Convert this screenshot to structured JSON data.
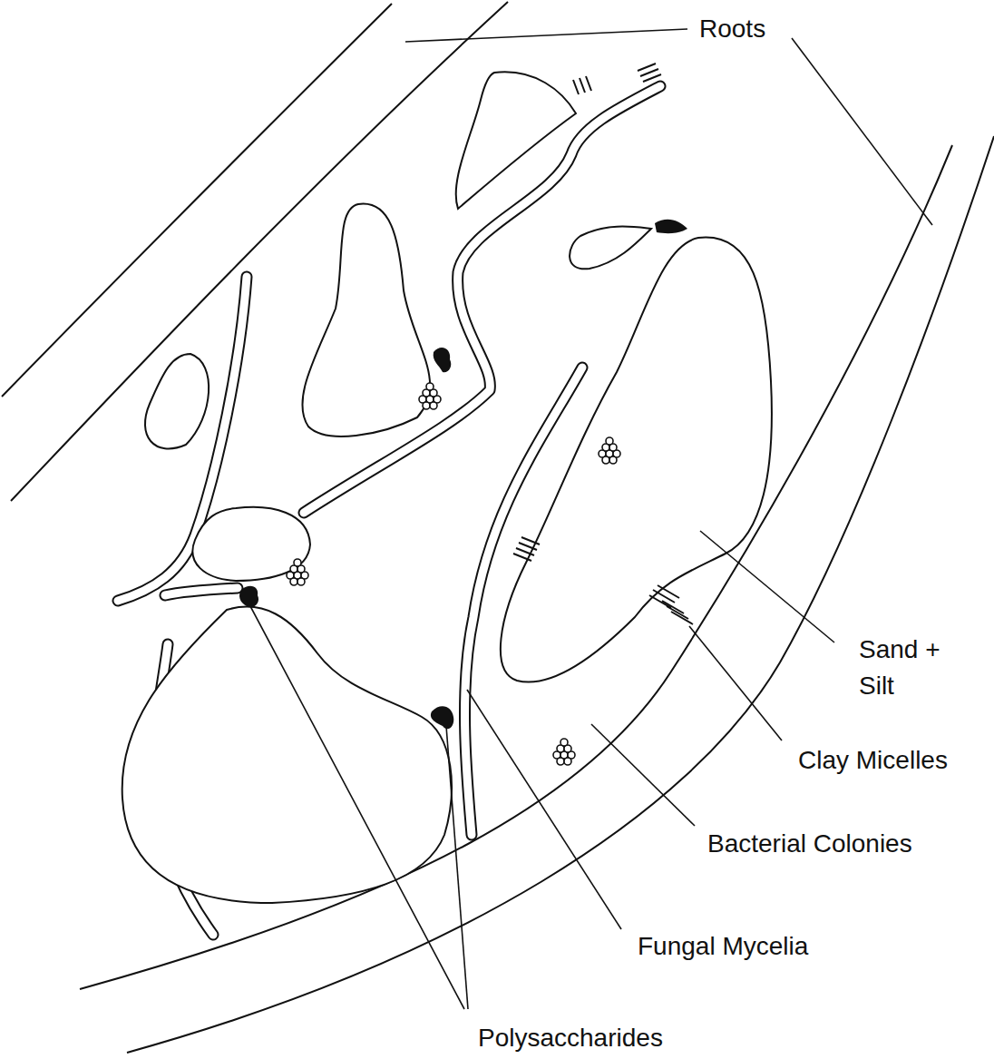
{
  "diagram": {
    "labels": [
      "Roots",
      "Sand + Silt",
      "Clay Micelles",
      "Bacterial Colonies",
      "Fungal Mycelia",
      "Polysaccharides"
    ]
  }
}
